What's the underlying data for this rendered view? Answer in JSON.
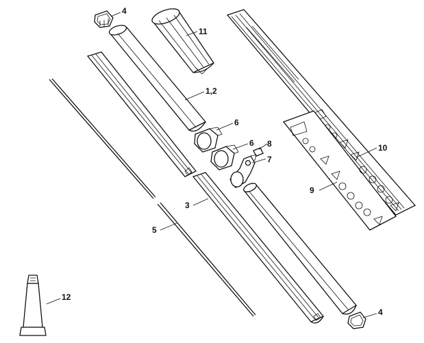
{
  "callouts": [
    {
      "id": "c4a",
      "label": "4"
    },
    {
      "id": "c11",
      "label": "11"
    },
    {
      "id": "c12a",
      "label": "1,2"
    },
    {
      "id": "c6a",
      "label": "6"
    },
    {
      "id": "c6b",
      "label": "6"
    },
    {
      "id": "c8",
      "label": "8"
    },
    {
      "id": "c7",
      "label": "7"
    },
    {
      "id": "c10",
      "label": "10"
    },
    {
      "id": "c9",
      "label": "9"
    },
    {
      "id": "c3",
      "label": "3"
    },
    {
      "id": "c5",
      "label": "5"
    },
    {
      "id": "c12",
      "label": "12"
    },
    {
      "id": "c4b",
      "label": "4"
    }
  ]
}
